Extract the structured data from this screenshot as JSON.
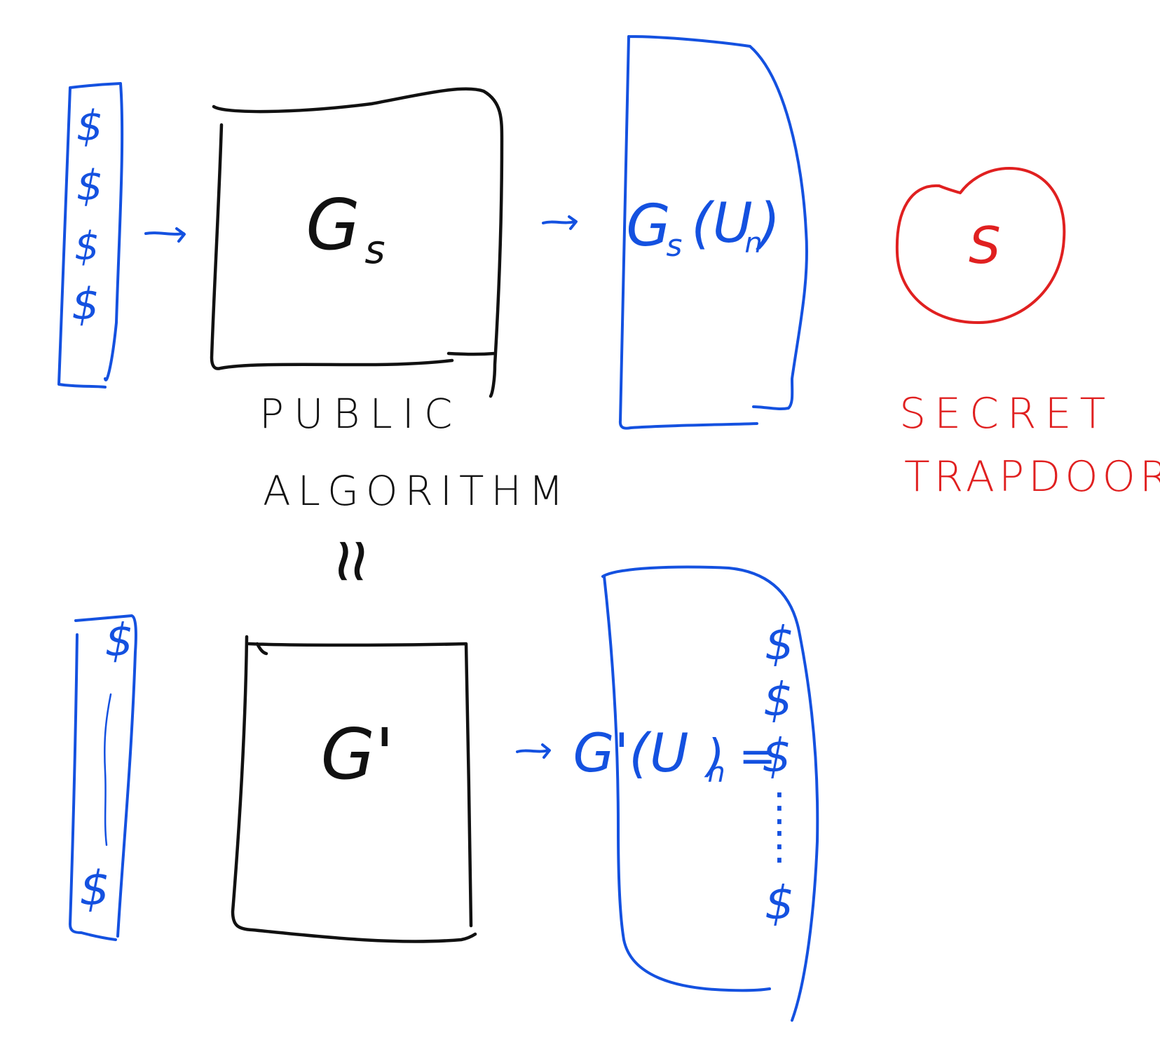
{
  "colors": {
    "ink_black": "#111111",
    "ink_blue": "#1451e0",
    "ink_red": "#e02020"
  },
  "top_row": {
    "generator_label": "G",
    "generator_subscript": "s",
    "output_label": "G",
    "output_subscript": "s",
    "output_argument": "(U",
    "output_argument_subscript": "n",
    "output_close": ")"
  },
  "secret": {
    "circle_label": "S",
    "caption_line1": "SECRET",
    "caption_line2": "TRAPDOOR"
  },
  "public_caption": {
    "line1": "PUBLIC",
    "line2": "ALGORITHM",
    "relation": "≈"
  },
  "bottom_row": {
    "generator_label": "G'",
    "output_label": "G'(U",
    "output_subscript": "n",
    "output_suffix": ") =",
    "output_column_symbol": "$",
    "output_column_ellipsis": "⋮"
  },
  "input_column_symbol": "$"
}
